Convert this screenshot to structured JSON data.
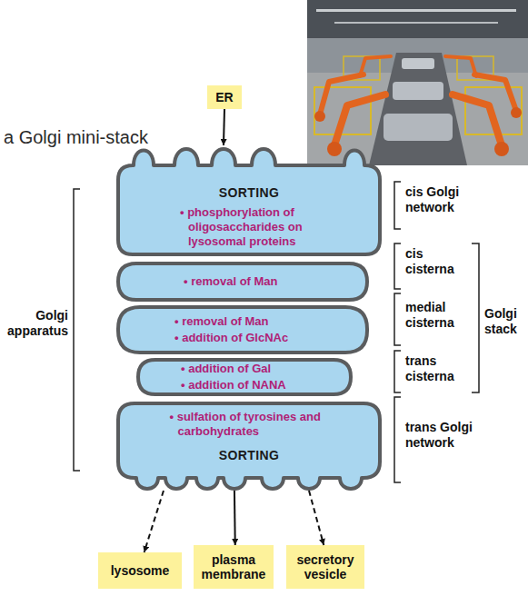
{
  "diagram": {
    "nodes": [
      {
        "text": [
          "ER"
        ]
      },
      {
        "text": [
          "SORTING",
          "• phosphorylation of oligosaccharides on lysosomal proteins"
        ]
      },
      {
        "text": [
          "• removal of Man"
        ]
      },
      {
        "text": [
          "• removal of Man",
          "• addition of GlcNAc"
        ]
      },
      {
        "text": [
          "• addition of Gal",
          "• addition of NANA"
        ]
      },
      {
        "text": [
          "• sulfation of tyrosines and carbohydrates",
          "SORTING"
        ]
      },
      {
        "text": [
          "lysosome"
        ]
      },
      {
        "text": [
          "plasma membrane"
        ]
      },
      {
        "text": [
          "secretory vesicle"
        ]
      }
    ],
    "edges": [
      {
        "from": 0,
        "to": 1,
        "arrow": "to"
      },
      {
        "from": 5,
        "to": 6,
        "arrow": "to"
      },
      {
        "from": 5,
        "to": 7,
        "arrow": "to"
      },
      {
        "from": 5,
        "to": 8,
        "arrow": "to"
      }
    ],
    "labels": [
      "a Golgi mini-stack",
      "cis Golgi network",
      "Golgi apparatus",
      "cis cisterna",
      "medial cisterna",
      "Golgi stack",
      "trans cisterna",
      "trans Golgi network"
    ]
  }
}
